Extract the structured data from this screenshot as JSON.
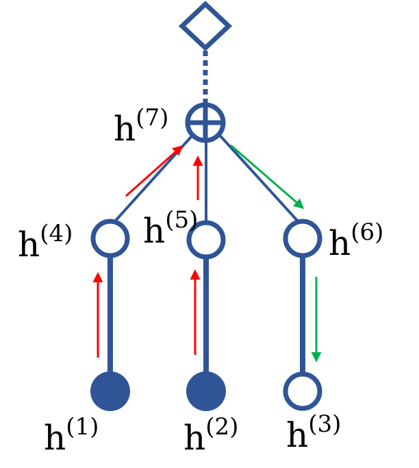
{
  "colors": {
    "tree": "#2f5597",
    "forward_arrow": "#ff0000",
    "backward_arrow": "#00b050",
    "background": "#ffffff"
  },
  "nodes": [
    {
      "id": "h1",
      "label_main": "h",
      "label_sup": "(1)",
      "shape": "filled-circle"
    },
    {
      "id": "h2",
      "label_main": "h",
      "label_sup": "(2)",
      "shape": "filled-circle"
    },
    {
      "id": "h3",
      "label_main": "h",
      "label_sup": "(3)",
      "shape": "hollow-circle"
    },
    {
      "id": "h4",
      "label_main": "h",
      "label_sup": "(4)",
      "shape": "hollow-circle"
    },
    {
      "id": "h5",
      "label_main": "h",
      "label_sup": "(5)",
      "shape": "hollow-circle"
    },
    {
      "id": "h6",
      "label_main": "h",
      "label_sup": "(6)",
      "shape": "hollow-circle"
    },
    {
      "id": "h7",
      "label_main": "h",
      "label_sup": "(7)",
      "shape": "circle-plus"
    }
  ],
  "output_node": {
    "shape": "hollow-diamond",
    "icon": "diamond-icon"
  },
  "aggregator_icon": "circle-plus-icon"
}
